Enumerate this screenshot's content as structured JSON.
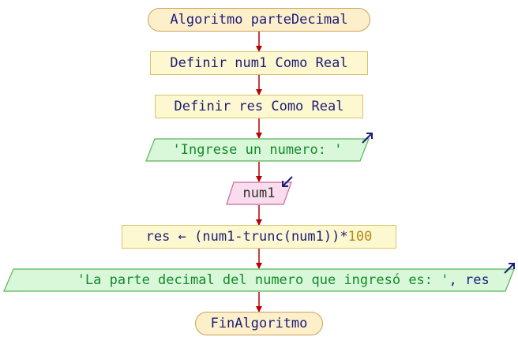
{
  "diagram": {
    "type": "flowchart",
    "nodes": {
      "start": {
        "text": "Algoritmo parteDecimal"
      },
      "def_num1": {
        "text": "Definir num1 Como Real"
      },
      "def_res": {
        "text": "Definir res Como Real"
      },
      "write_prompt": {
        "text": "'Ingrese un numero: '"
      },
      "read_num1": {
        "text": "num1"
      },
      "assign": {
        "target": "res",
        "arrow": "←",
        "expr": "(num1-trunc(num1))",
        "mult": "*",
        "factor": "100"
      },
      "write_result": {
        "string": "'La parte decimal del numero que ingresó es: '",
        "sep": ",",
        "var": "res"
      },
      "end": {
        "text": "FinAlgoritmo"
      }
    }
  },
  "colors": {
    "arrow": "#b80000",
    "terminal_fill": "#fdefc9",
    "process_fill": "#fdf8cf",
    "output_fill": "#d9f7d9",
    "input_fill": "#f9dced",
    "keyword_text": "#1c1c7a",
    "string_text": "#138a2a",
    "number_text": "#b08a1a"
  },
  "icons": {
    "output": "diagonal-arrow-out-icon",
    "input": "diagonal-arrow-in-icon"
  }
}
